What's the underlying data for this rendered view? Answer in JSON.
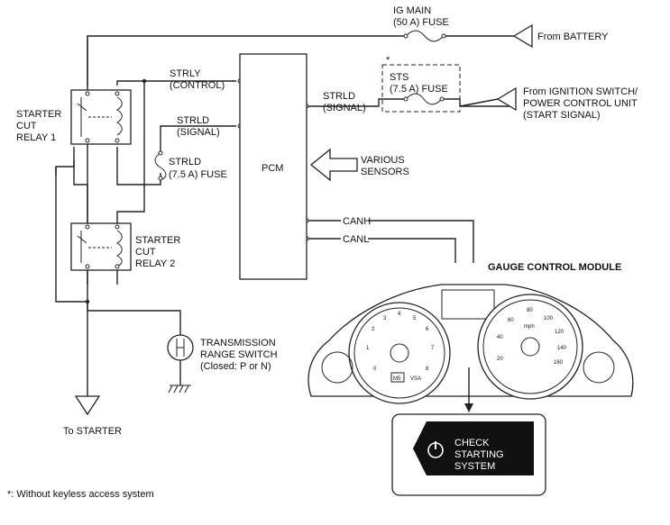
{
  "fuses": {
    "ig_main": {
      "line1": "IG MAIN",
      "line2": "(50 A) FUSE"
    },
    "sts": {
      "asterisk": "*",
      "line1": "STS",
      "line2": "(7.5 A) FUSE"
    },
    "strld": {
      "line1": "STRLD",
      "line2": "(7.5 A) FUSE"
    }
  },
  "sources": {
    "battery": "From BATTERY",
    "ignition": {
      "line1": "From IGNITION SWITCH/",
      "line2": "POWER CONTROL UNIT",
      "line3": "(START SIGNAL)"
    }
  },
  "pcm": {
    "label": "PCM",
    "strly": {
      "line1": "STRLY",
      "line2": "(CONTROL)"
    },
    "strld_left": {
      "line1": "STRLD",
      "line2": "(SIGNAL)"
    },
    "strld_right": {
      "line1": "STRLD",
      "line2": "(SIGNAL)"
    },
    "sensors": {
      "line1": "VARIOUS",
      "line2": "SENSORS"
    },
    "canh": "CANH",
    "canl": "CANL"
  },
  "relays": {
    "relay1": {
      "line1": "STARTER",
      "line2": "CUT",
      "line3": "RELAY 1"
    },
    "relay2": {
      "line1": "STARTER",
      "line2": "CUT",
      "line3": "RELAY 2"
    }
  },
  "switch": {
    "line1": "TRANSMISSION",
    "line2": "RANGE SWITCH",
    "line3": "(Closed: P or N)"
  },
  "starter": "To STARTER",
  "gauge": {
    "title": "GAUGE CONTROL MODULE",
    "tach_numbers": [
      "0",
      "1",
      "2",
      "3",
      "4",
      "5",
      "6",
      "7",
      "8"
    ],
    "speed_numbers": [
      "20",
      "40",
      "60",
      "80",
      "100",
      "120",
      "140",
      "160"
    ],
    "speed_unit": "mph",
    "vsa": "VSA",
    "gear": "M5"
  },
  "display": {
    "line1": "CHECK",
    "line2": "STARTING",
    "line3": "SYSTEM"
  },
  "footnote": "*: Without keyless access system"
}
